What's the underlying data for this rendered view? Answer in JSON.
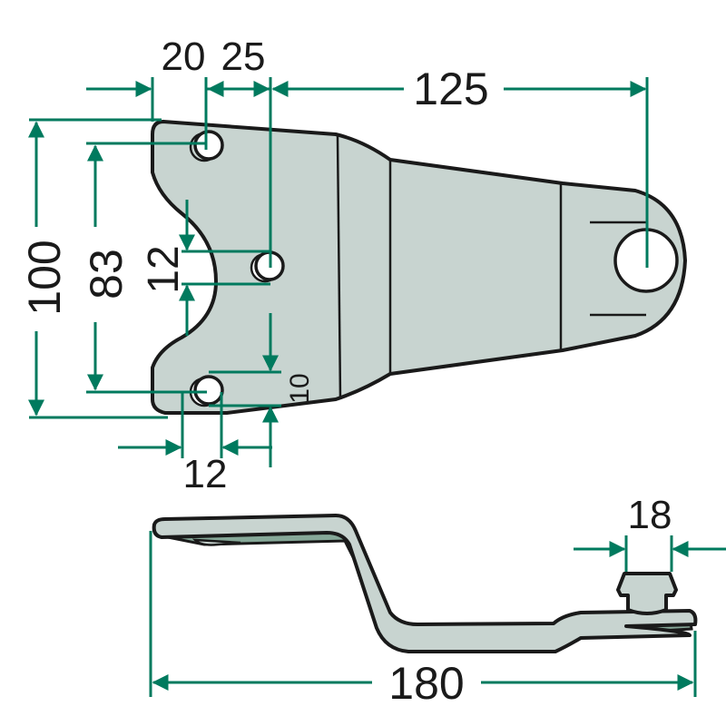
{
  "drawing": {
    "top_view": {
      "dimensions": {
        "hole_offset_left": "20",
        "hole_spacing": "25",
        "length_to_pivot": "125",
        "total_height": "100",
        "hole_vertical_spacing": "83",
        "center_hole_diameter": "12",
        "bottom_hole_offset": "10",
        "bottom_hole_diameter": "12"
      }
    },
    "side_view": {
      "dimensions": {
        "pin_diameter": "18",
        "total_length": "180"
      }
    },
    "colors": {
      "dimension_lines": "#007a5e",
      "part_fill": "#c8d4d0",
      "part_shadow": "#86a898",
      "outline": "#1a1a1a"
    }
  }
}
